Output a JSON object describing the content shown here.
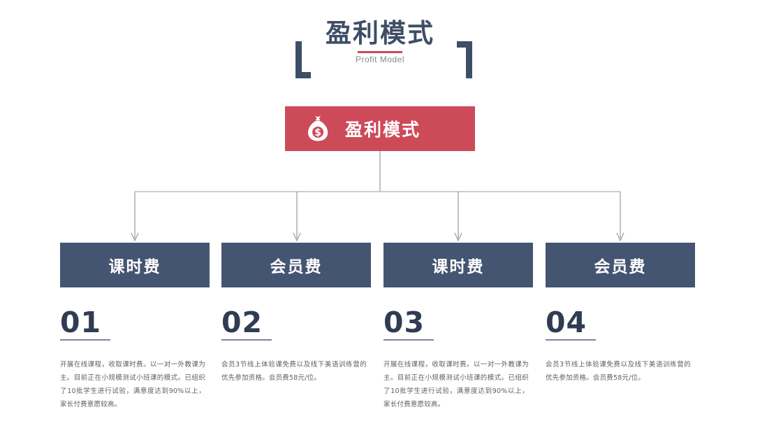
{
  "header": {
    "title": "盈利模式",
    "subtitle": "Profit Model",
    "bracket_left": "[",
    "bracket_right": "]",
    "accent_color": "#cb4a58",
    "title_color": "#3e4e66"
  },
  "root": {
    "label": "盈利模式",
    "icon": "money-bag-icon",
    "background_color": "#cd4a59",
    "text_color": "#ffffff"
  },
  "columns": [
    {
      "number": "01",
      "heading": "课时费",
      "body": "开展在线课程，收取课时费。以一对一外教课为主。目前正在小规模测试小班课的模式。已组织了10批学生进行试验，满意度达到90%以上，家长付费意愿较高。"
    },
    {
      "number": "02",
      "heading": "会员费",
      "body": "会员3节线上体验课免费以及线下美语训练营的优先参加资格。会员费58元/位。"
    },
    {
      "number": "03",
      "heading": "课时费",
      "body": "开展在线课程，收取课时费。以一对一外教课为主。目前正在小规模测试小班课的模式。已组织了10批学生进行试验，满意度达到90%以上，家长付费意愿较高。"
    },
    {
      "number": "04",
      "heading": "会员费",
      "body": "会员3节线上体验课免费以及线下美语训练营的优先参加资格。会员费58元/位。"
    }
  ],
  "theme": {
    "node_color": "#445571",
    "number_color": "#2f3c52",
    "body_text_color": "#5b5f66",
    "connector_color": "#9a9a9a",
    "background": "#ffffff"
  }
}
